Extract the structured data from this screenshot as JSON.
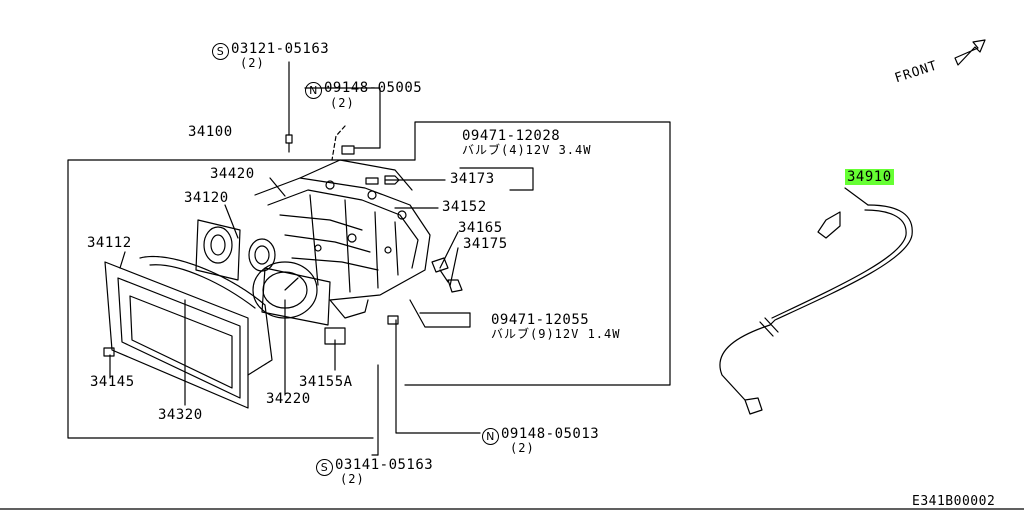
{
  "diagram": {
    "front_label": "FRONT",
    "code": "E341B00002",
    "highlight_color": "#66ff33",
    "callouts": [
      {
        "id": "s1",
        "prefix": "S",
        "part": "03121-05163",
        "qty": "(2)"
      },
      {
        "id": "n1",
        "prefix": "N",
        "part": "09148-05005",
        "qty": "(2)"
      },
      {
        "id": "p34100",
        "part": "34100"
      },
      {
        "id": "p09471a",
        "part": "09471-12028",
        "desc": "バルブ(4)12V 3.4W"
      },
      {
        "id": "p34420",
        "part": "34420"
      },
      {
        "id": "p34173",
        "part": "34173"
      },
      {
        "id": "p34120",
        "part": "34120"
      },
      {
        "id": "p34152",
        "part": "34152"
      },
      {
        "id": "p34165",
        "part": "34165"
      },
      {
        "id": "p34175",
        "part": "34175"
      },
      {
        "id": "p34112",
        "part": "34112"
      },
      {
        "id": "p09471b",
        "part": "09471-12055",
        "desc": "バルブ(9)12V 1.4W"
      },
      {
        "id": "p34145",
        "part": "34145"
      },
      {
        "id": "p34155A",
        "part": "34155A"
      },
      {
        "id": "p34320",
        "part": "34320"
      },
      {
        "id": "p34220",
        "part": "34220"
      },
      {
        "id": "n2",
        "prefix": "N",
        "part": "09148-05013",
        "qty": "(2)"
      },
      {
        "id": "s2",
        "prefix": "S",
        "part": "03141-05163",
        "qty": "(2)"
      },
      {
        "id": "p34910",
        "part": "34910",
        "highlighted": true
      }
    ]
  }
}
